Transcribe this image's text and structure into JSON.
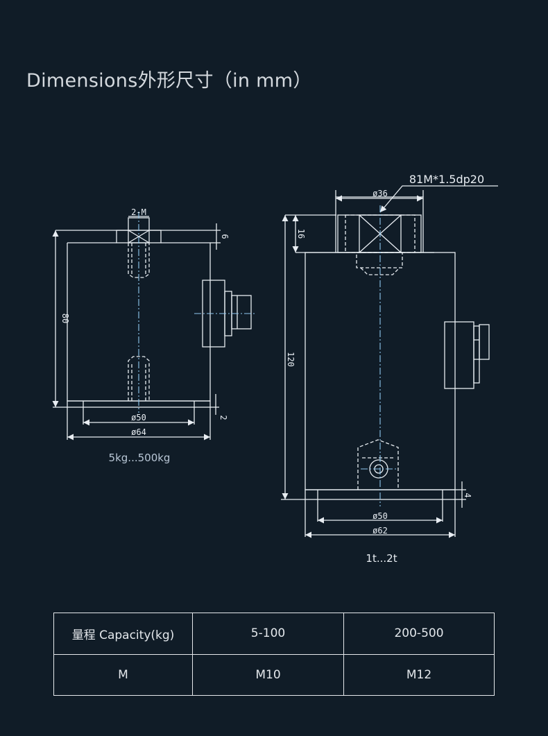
{
  "title": "Dimensions外形尺寸（in mm）",
  "small": {
    "caption": "5kg...500kg",
    "thread": "2-M",
    "height": "80",
    "top_thickness": "6",
    "base_thickness": "2",
    "inner_diameter": "ø50",
    "outer_diameter": "ø64"
  },
  "large": {
    "caption": "1t...2t",
    "thread_callout": "81M*1.5dp20",
    "top_diameter": "ø36",
    "top_height": "16",
    "height": "120",
    "base_thickness": "4",
    "inner_diameter": "ø50",
    "outer_diameter": "ø62"
  },
  "table": {
    "header": [
      "量程 Capacity(kg)",
      "5-100",
      "200-500"
    ],
    "row": [
      "M",
      "M10",
      "M12"
    ]
  },
  "colors": {
    "background": "#101c27",
    "line": "#e8edf2",
    "centerline": "#8fc9f0",
    "hidden": "#e8edf2"
  }
}
